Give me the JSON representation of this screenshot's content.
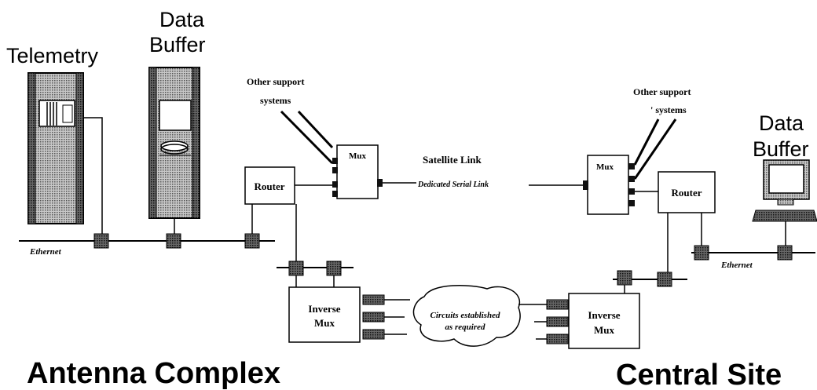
{
  "left": {
    "telemetry_label": "Telemetry",
    "data_buffer_label_line1": "Data",
    "data_buffer_label_line2": "Buffer",
    "other_support_line1": "Other support",
    "other_support_line2": "systems",
    "mux_label": "Mux",
    "router_label": "Router",
    "ethernet_label": "Ethernet",
    "inverse_mux_line1": "Inverse",
    "inverse_mux_line2": "Mux",
    "site_title": "Antenna Complex"
  },
  "center": {
    "satellite_link_label": "Satellite Link",
    "dedicated_link_label": "Dedicated Serial Link",
    "cloud_line1": "Circuits established",
    "cloud_line2": "as required"
  },
  "right": {
    "other_support_line1": "Other support",
    "other_support_line2": "' systems",
    "data_buffer_label_line1": "Data",
    "data_buffer_label_line2": "Buffer",
    "mux_label": "Mux",
    "router_label": "Router",
    "ethernet_label": "Ethernet",
    "inverse_mux_line1": "Inverse",
    "inverse_mux_line2": "Mux",
    "site_title": "Central Site"
  },
  "colors": {
    "line": "#000000",
    "connector_fill": "#555555",
    "rack_fill": "#9a9a9a",
    "background": "#ffffff"
  }
}
